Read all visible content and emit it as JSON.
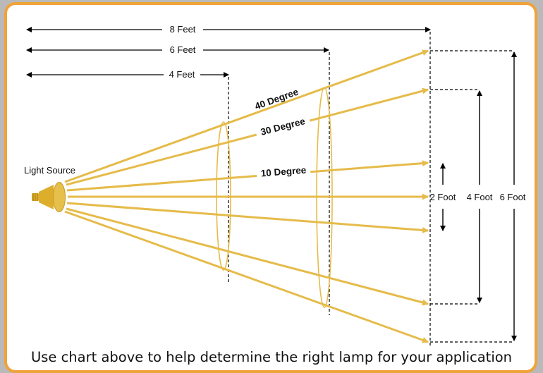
{
  "distances": {
    "d8": "8 Feet",
    "d6": "6 Feet",
    "d4": "4 Feet"
  },
  "source_label": "Light Source",
  "beam_labels": {
    "b40": "40 Degree",
    "b30": "30 Degree",
    "b10": "10 Degree"
  },
  "spot_sizes": {
    "s2": "2 Foot",
    "s4": "4 Foot",
    "s6": "6 Foot"
  },
  "caption": "Use chart above to help determine the right lamp for your application",
  "colors": {
    "border": "#f0a23a",
    "beam": "#e5bb4a",
    "lamp": "#dcae2c",
    "background": "#b9b9b9"
  }
}
